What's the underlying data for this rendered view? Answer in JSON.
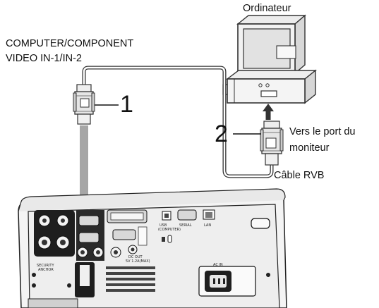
{
  "labels": {
    "computer": "Ordinateur",
    "input_line1": "COMPUTER/COMPONENT",
    "input_line2": "VIDEO IN-1/IN-2",
    "step1": "1",
    "step2": "2",
    "monitor_port_line1": "Vers le port du",
    "monitor_port_line2": "moniteur",
    "cable": "Câble RVB"
  },
  "panel": {
    "usb": "USB",
    "usb_sub": "(COMPUTER)",
    "serial": "SERIAL",
    "lan": "LAN",
    "ac_in": "AC IN",
    "dc_out": "DC OUT",
    "dc_out_sub": "5V 1.2A(MAX)",
    "security": "SECURITY",
    "anchor": "ANCHOR"
  }
}
